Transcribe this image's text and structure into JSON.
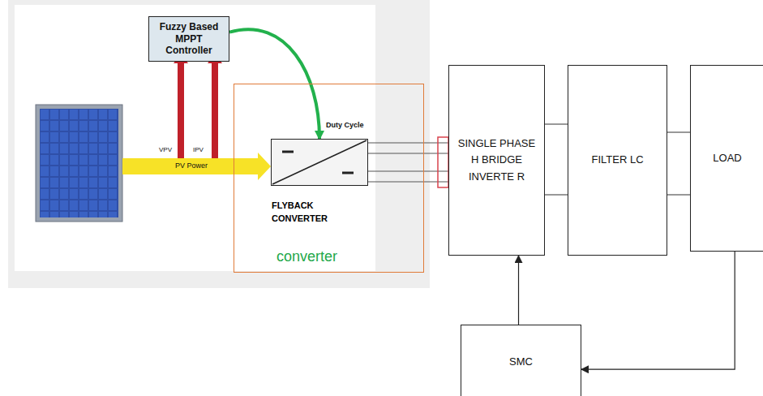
{
  "diagram": {
    "nodes": [
      {
        "text": [
          "Fuzzy Based MPPT Controller"
        ]
      },
      {
        "text": [
          "converter"
        ]
      },
      {
        "text": [
          "FLYBACK CONVERTER"
        ],
        "in": 1
      },
      {
        "text": [
          "SINGLE PHASE H BRIDGE INVERTE R"
        ]
      },
      {
        "text": [
          "FILTER LC"
        ]
      },
      {
        "text": [
          "LOAD"
        ]
      },
      {
        "text": [
          "SMC"
        ]
      }
    ],
    "edges": [
      {
        "from": 0,
        "to": 2,
        "arrow": "to",
        "label": "Duty Cycle"
      },
      {
        "from": 2,
        "to": 3,
        "arrow": "none"
      },
      {
        "from": 3,
        "to": 4,
        "arrow": "none"
      },
      {
        "from": 4,
        "to": 5,
        "arrow": "none"
      },
      {
        "from": 5,
        "to": 6,
        "arrow": "to"
      },
      {
        "from": 6,
        "to": 3,
        "arrow": "to"
      }
    ],
    "labels": [
      "VPV",
      "IPV",
      "PV Power"
    ]
  }
}
